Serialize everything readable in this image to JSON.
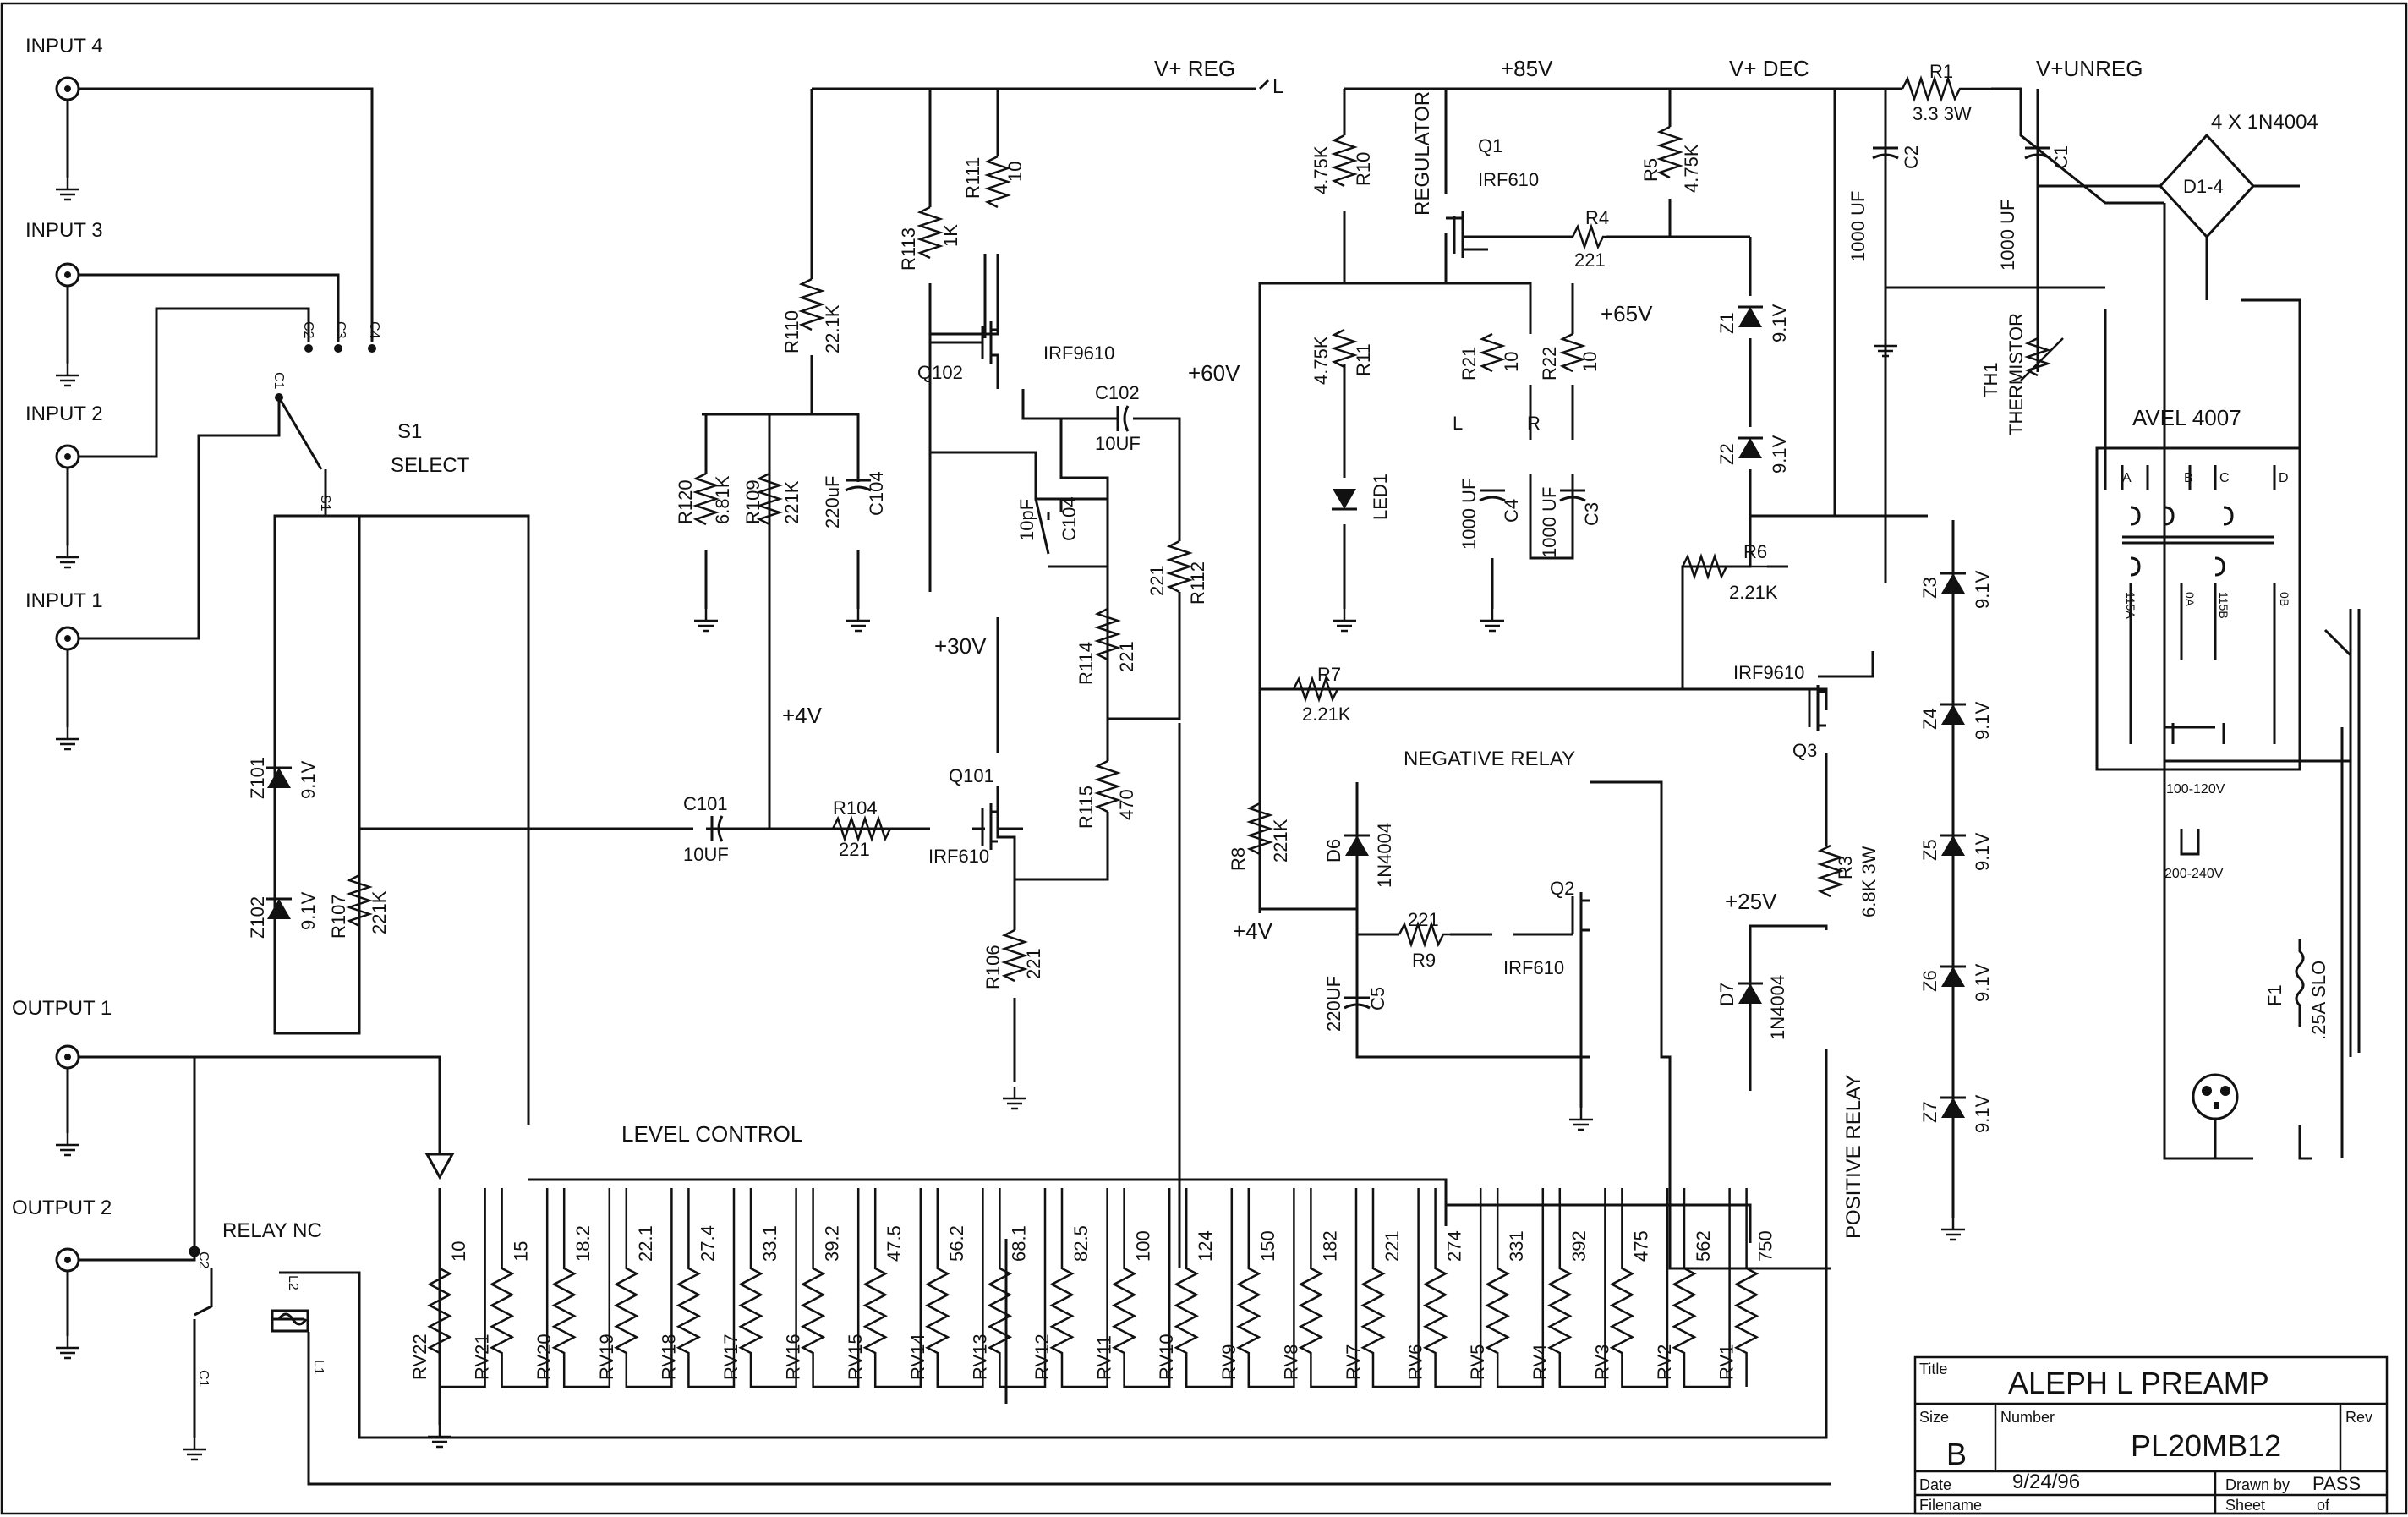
{
  "inputs": [
    "INPUT 4",
    "INPUT 3",
    "INPUT 2",
    "INPUT 1"
  ],
  "outputs": [
    "OUTPUT 1",
    "OUTPUT 2"
  ],
  "switch": {
    "name": "S1",
    "label": "SELECT",
    "contacts": [
      "C1",
      "C2",
      "C3",
      "C4"
    ],
    "common": "S1"
  },
  "relay_nc": {
    "label": "RELAY NC",
    "contacts": [
      "C2",
      "C1"
    ],
    "coil": [
      "L2",
      "L1"
    ]
  },
  "rails": {
    "vreg": "V+ REG",
    "l_tag": "L",
    "v85": "+85V",
    "vdec": "V+ DEC",
    "vunreg": "V+UNREG",
    "v65": "+65V",
    "v60": "+60V",
    "v30": "+30V",
    "v4a": "+4V",
    "v4b": "+4V",
    "v25": "+25V",
    "l_node": "L",
    "r_node": "R"
  },
  "level_control": {
    "title": "LEVEL CONTROL",
    "resistors": [
      {
        "ref": "RV22",
        "value": "10"
      },
      {
        "ref": "RV21",
        "value": "15"
      },
      {
        "ref": "RV20",
        "value": "18.2"
      },
      {
        "ref": "RV19",
        "value": "22.1"
      },
      {
        "ref": "RV18",
        "value": "27.4"
      },
      {
        "ref": "RV17",
        "value": "33.1"
      },
      {
        "ref": "RV16",
        "value": "39.2"
      },
      {
        "ref": "RV15",
        "value": "47.5"
      },
      {
        "ref": "RV14",
        "value": "56.2"
      },
      {
        "ref": "RV13",
        "value": "68.1"
      },
      {
        "ref": "RV12",
        "value": "82.5"
      },
      {
        "ref": "RV11",
        "value": "100"
      },
      {
        "ref": "RV10",
        "value": "124"
      },
      {
        "ref": "RV9",
        "value": "150"
      },
      {
        "ref": "RV8",
        "value": "182"
      },
      {
        "ref": "RV7",
        "value": "221"
      },
      {
        "ref": "RV6",
        "value": "274"
      },
      {
        "ref": "RV5",
        "value": "331"
      },
      {
        "ref": "RV4",
        "value": "392"
      },
      {
        "ref": "RV3",
        "value": "475"
      },
      {
        "ref": "RV2",
        "value": "562"
      },
      {
        "ref": "RV1",
        "value": "750"
      }
    ]
  },
  "amp": {
    "r111": {
      "ref": "R111",
      "value": "10"
    },
    "r113": {
      "ref": "R113",
      "value": "1K"
    },
    "r110": {
      "ref": "R110",
      "value": "22.1K"
    },
    "r120": {
      "ref": "R120",
      "value": "6.81K"
    },
    "r109": {
      "ref": "R109",
      "value": "221K"
    },
    "c104a": {
      "ref": "C104",
      "value": "220uF"
    },
    "q102": {
      "ref": "Q102",
      "part": "IRF9610"
    },
    "c102": {
      "ref": "C102",
      "value": "10UF"
    },
    "c104b": {
      "ref": "C104",
      "value": "10pF"
    },
    "r112": {
      "ref": "R112",
      "value": "221"
    },
    "r114": {
      "ref": "R114",
      "value": "221"
    },
    "r115": {
      "ref": "R115",
      "value": "470"
    },
    "q101": {
      "ref": "Q101",
      "part": "IRF610"
    },
    "c101": {
      "ref": "C101",
      "value": "10UF"
    },
    "r104": {
      "ref": "R104",
      "value": "221"
    },
    "r106": {
      "ref": "R106",
      "value": "221"
    },
    "z101": {
      "ref": "Z101",
      "value": "9.1V"
    },
    "z102": {
      "ref": "Z102",
      "value": "9.1V"
    },
    "r107": {
      "ref": "R107",
      "value": "221K"
    }
  },
  "supply": {
    "regulator": "REGULATOR",
    "q1": {
      "ref": "Q1",
      "part": "IRF610"
    },
    "r10": {
      "ref": "R10",
      "value": "4.75K"
    },
    "r11": {
      "ref": "R11",
      "value": "4.75K"
    },
    "led1": "LED1",
    "r4": {
      "ref": "R4",
      "value": "221"
    },
    "r5": {
      "ref": "R5",
      "value": "4.75K"
    },
    "r21": {
      "ref": "R21",
      "value": "10"
    },
    "r22": {
      "ref": "R22",
      "value": "10"
    },
    "c4": {
      "ref": "C4",
      "value": "1000 UF"
    },
    "c3": {
      "ref": "C3",
      "value": "1000 UF"
    },
    "z1": {
      "ref": "Z1",
      "value": "9.1V"
    },
    "z2": {
      "ref": "Z2",
      "value": "9.1V"
    },
    "r6": {
      "ref": "R6",
      "value": "2.21K"
    },
    "r7": {
      "ref": "R7",
      "value": "2.21K"
    },
    "q3": {
      "ref": "Q3",
      "part": "IRF9610"
    },
    "r8": {
      "ref": "R8",
      "value": "221K"
    },
    "r3": {
      "ref": "R3",
      "value": "6.8K 3W"
    },
    "negative_relay": "NEGATIVE RELAY",
    "positive_relay": "POSITIVE RELAY",
    "d6": {
      "ref": "D6",
      "value": "1N4004"
    },
    "d7": {
      "ref": "D7",
      "value": "1N4004"
    },
    "q2": {
      "ref": "Q2",
      "part": "IRF610"
    },
    "r9": {
      "ref": "R9",
      "value": "221"
    },
    "c5": {
      "ref": "C5",
      "value": "220UF"
    },
    "r1": {
      "ref": "R1",
      "value": "3.3 3W"
    },
    "c2": {
      "ref": "C2",
      "value": "1000 UF"
    },
    "c1": {
      "ref": "C1",
      "value": "1000 UF"
    },
    "bridge": {
      "label": "4 X 1N4004",
      "ref": "D1-4"
    },
    "th1": {
      "ref": "TH1",
      "label": "THERMISTOR"
    },
    "zeners": [
      {
        "ref": "Z3",
        "value": "9.1V"
      },
      {
        "ref": "Z4",
        "value": "9.1V"
      },
      {
        "ref": "Z5",
        "value": "9.1V"
      },
      {
        "ref": "Z6",
        "value": "9.1V"
      },
      {
        "ref": "Z7",
        "value": "9.1V"
      }
    ],
    "transformer": {
      "label": "AVEL 4007",
      "taps": [
        "A",
        "B",
        "C",
        "D"
      ],
      "primary": [
        "115A",
        "0A",
        "115B",
        "0B"
      ]
    },
    "voltage_sel": [
      "100-120V",
      "200-240V"
    ],
    "fuse": {
      "ref": "F1",
      "value": ".25A SLO"
    }
  },
  "title_block": {
    "title_label": "Title",
    "title": "ALEPH L PREAMP",
    "size_label": "Size",
    "size": "B",
    "number_label": "Number",
    "number": "PL20MB12",
    "rev_label": "Rev",
    "date_label": "Date",
    "date": "9/24/96",
    "drawn_label": "Drawn by",
    "drawn": "PASS",
    "filename_label": "Filename",
    "sheet_label": "Sheet",
    "of_label": "of"
  }
}
